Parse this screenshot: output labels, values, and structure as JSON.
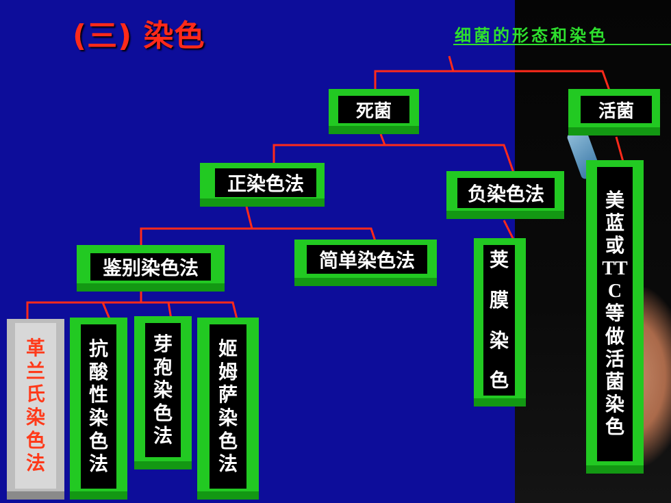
{
  "title": "(三) 染色",
  "subtitle": "细菌的形态和染色",
  "nodes": {
    "dead": "死菌",
    "live": "活菌",
    "positive": "正染色法",
    "negative": "负染色法",
    "differential": "鉴别染色法",
    "simple": "简单染色法",
    "gram": "革\n兰\n氏\n染\n色\n法",
    "acidfast": "抗\n酸\n性\n染\n色\n法",
    "spore": "芽\n孢\n染\n色\n法",
    "giemsa": "姬\n姆\n萨\n染\n色\n法",
    "capsule": "荚\n\n膜\n\n染\n\n色",
    "methylene": "美\n蓝\n或\nTT\nC\n等\n做\n活\n菌\n染\n色"
  },
  "colors": {
    "background": "#0d0d9a",
    "box": "#22c922",
    "connector": "#ff2a1a",
    "title": "#ff2a1a",
    "subtitle": "#2ee02e"
  }
}
